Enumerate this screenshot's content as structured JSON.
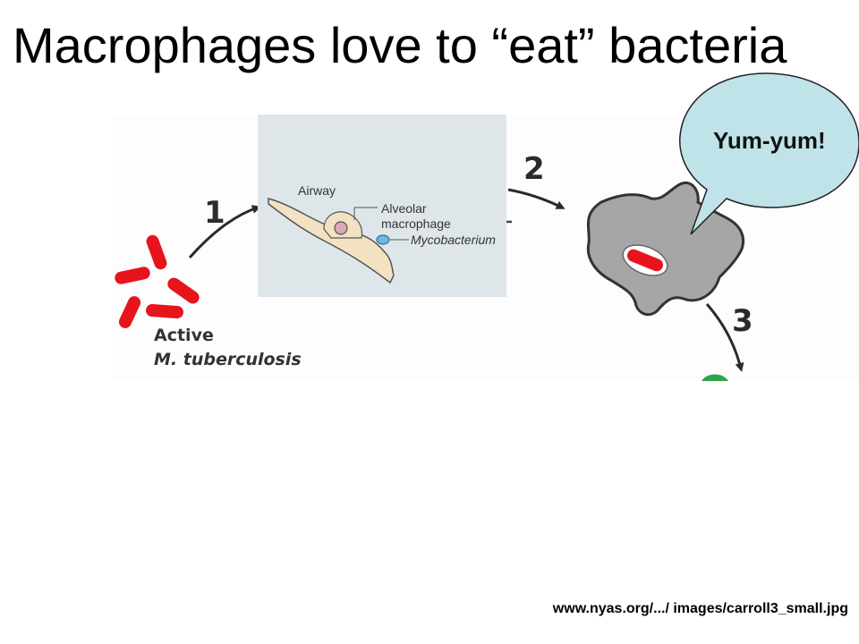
{
  "slide": {
    "title": "Macrophages love to “eat” bacteria",
    "source": "www.nyas.org/.../ images/carroll3_small.jpg"
  },
  "diagram": {
    "steps": [
      "1",
      "2",
      "3"
    ],
    "bacteria_label": [
      "Active",
      "M. tuberculosis"
    ],
    "speech_bubble": "Yum-yum!",
    "inset": {
      "airway_label": "Airway",
      "macrophage_label": [
        "Alveolar",
        "macrophage"
      ],
      "mycobacterium_label": "Mycobacterium"
    }
  },
  "colors": {
    "bacterium": "#e8141b",
    "macrophage_fill": "#a6a6a6",
    "inset_bg": "#dfe6ea",
    "tissue": "#f3e2c2",
    "bubble": "#bfe3e8",
    "green": "#2ea54a"
  }
}
